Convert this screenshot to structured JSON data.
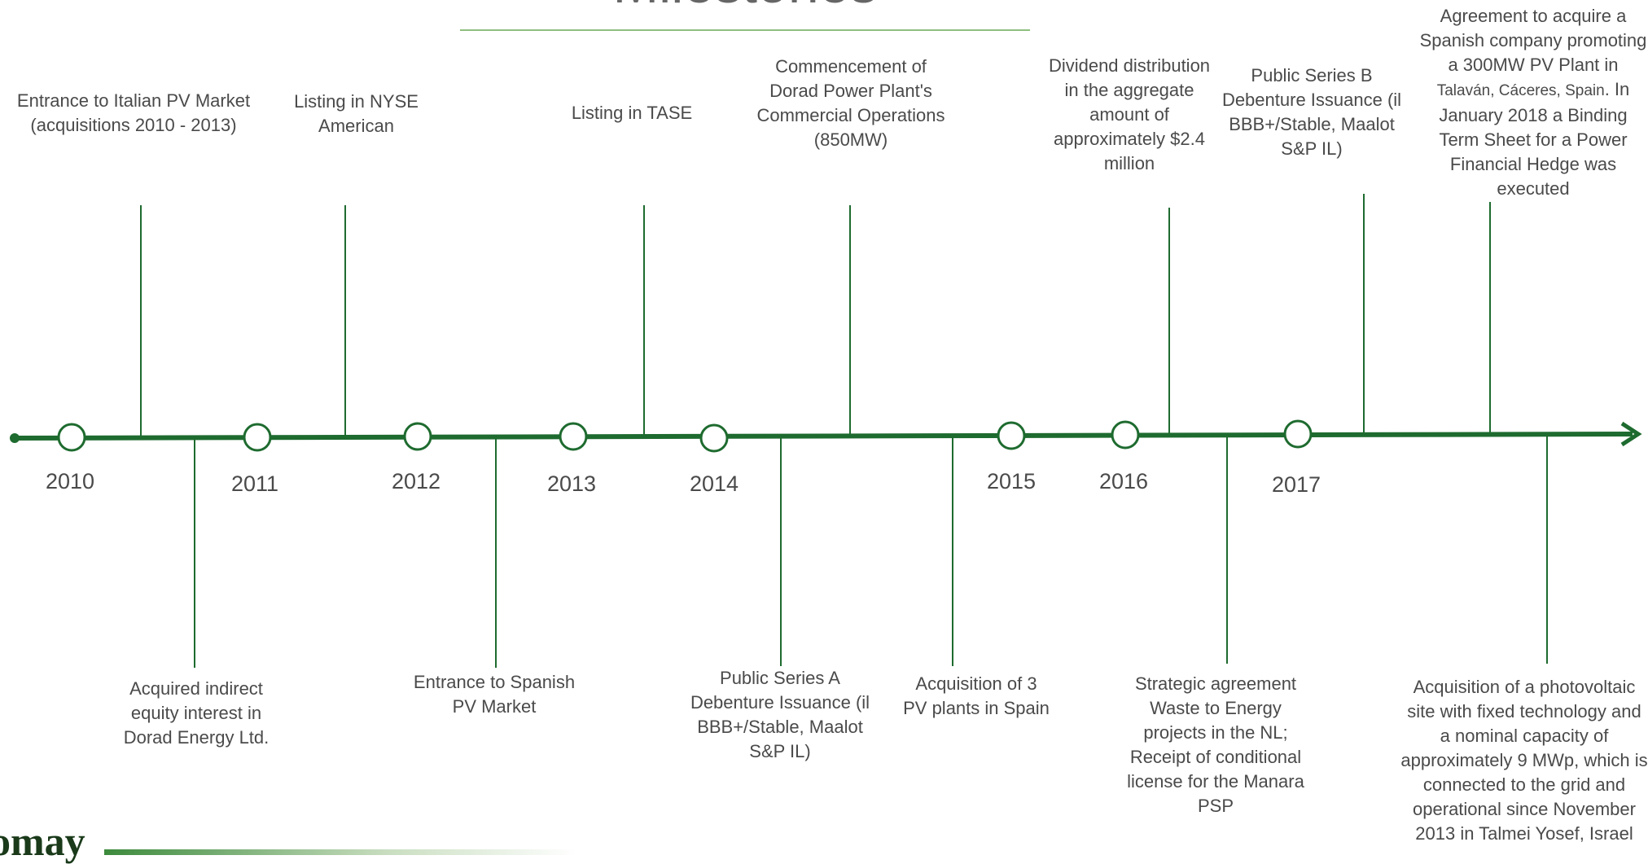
{
  "title": "Milestones",
  "colors": {
    "line": "#1e6b2f",
    "accent_rule": "#8fc07f",
    "text": "#4a4a4a"
  },
  "years": [
    "2010",
    "2011",
    "2012",
    "2013",
    "2014",
    "2015",
    "2016",
    "2017"
  ],
  "events_top": [
    {
      "text": "Entrance to Italian PV Market (acquisitions 2010 - 2013)"
    },
    {
      "text": "Listing in NYSE American"
    },
    {
      "text": "Listing in TASE"
    },
    {
      "text": "Commencement of Dorad Power Plant's Commercial Operations (850MW)"
    },
    {
      "text": "Dividend distribution in the aggregate amount of approximately $2.4 million"
    },
    {
      "text": "Public Series B Debenture Issuance (il BBB+/Stable, Maalot S&P IL)"
    },
    {
      "text_a": "Agreement to acquire a Spanish company promoting a 300MW PV Plant in",
      "text_place": "Talaván, Cáceres, Spain",
      "text_b": ". In January 2018 a Binding Term Sheet for a Power Financial Hedge was executed"
    }
  ],
  "events_bottom": [
    {
      "text": "Acquired indirect equity interest in Dorad Energy Ltd."
    },
    {
      "text": "Entrance to Spanish PV Market"
    },
    {
      "text": "Public Series A Debenture Issuance (il BBB+/Stable, Maalot S&P IL)"
    },
    {
      "text": "Acquisition of 3 PV plants in Spain"
    },
    {
      "text": "Strategic agreement Waste to Energy projects in the NL; Receipt of conditional license for the Manara PSP"
    },
    {
      "text": "Acquisition of a photovoltaic site with fixed technology and a nominal capacity of approximately 9 MWp, which is connected to the grid and operational since November 2013 in Talmei Yosef, Israel"
    }
  ],
  "logo": {
    "text": "omay"
  }
}
